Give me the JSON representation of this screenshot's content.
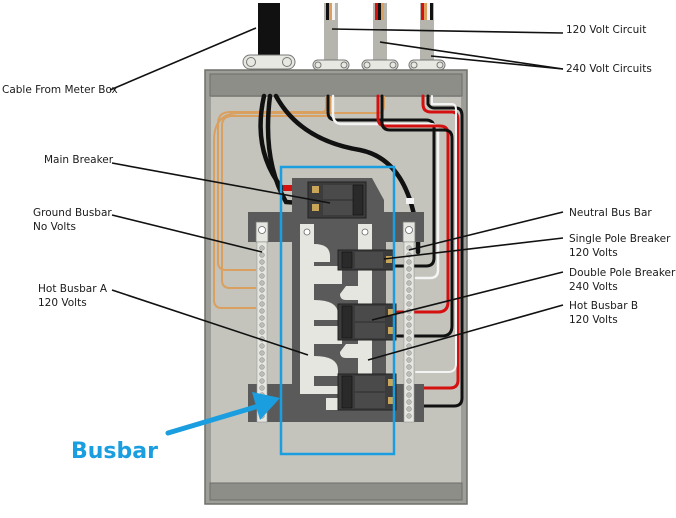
{
  "diagram": {
    "subject": "Residential electrical service panel",
    "highlight_label": "Busbar",
    "highlight_color": "#1a9ee0",
    "labels": {
      "cable_from_meter": "Cable From Meter Box",
      "circuit_120": "120 Volt Circuit",
      "circuits_240": "240 Volt Circuits",
      "main_breaker": "Main Breaker",
      "ground_busbar_line1": "Ground Busbar",
      "ground_busbar_line2": "No Volts",
      "hot_busbar_a_line1": "Hot Busbar A",
      "hot_busbar_a_line2": "120 Volts",
      "neutral_bus_bar": "Neutral Bus Bar",
      "single_pole_line1": "Single Pole Breaker",
      "single_pole_line2": "120 Volts",
      "double_pole_line1": "Double Pole Breaker",
      "double_pole_line2": "240 Volts",
      "hot_busbar_b_line1": "Hot Busbar B",
      "hot_busbar_b_line2": "120 Volts"
    },
    "colors": {
      "panel": "#a8a8a2",
      "panel_inner": "#c4c4bd",
      "dark_plate": "#5a5a5a",
      "busbar": "#e6e6e0",
      "breaker": "#3c3c3c",
      "wire_hot_black": "#111111",
      "wire_hot_red": "#d41010",
      "wire_neutral_white": "#f4f4f4",
      "wire_ground_copper": "#d9a060"
    }
  }
}
